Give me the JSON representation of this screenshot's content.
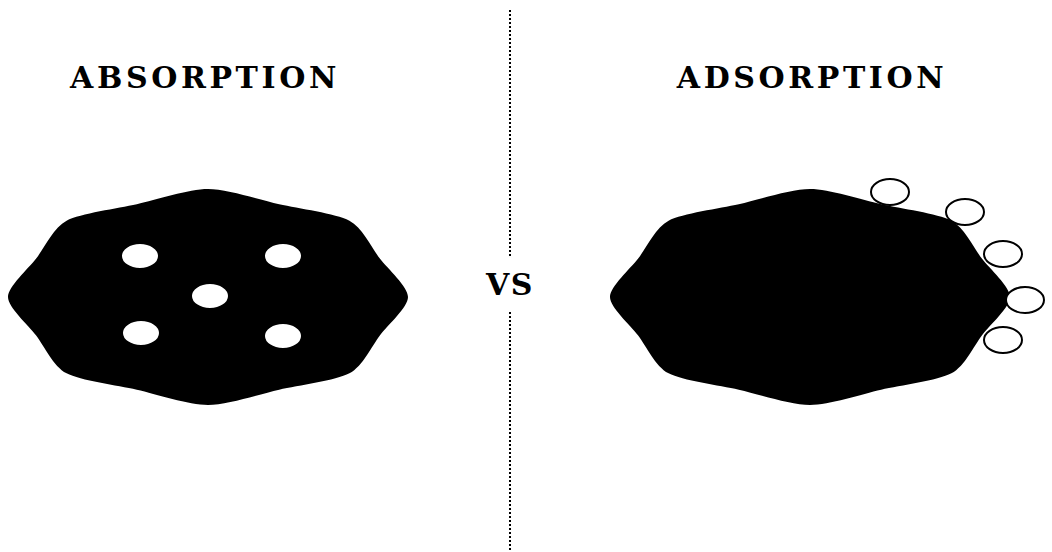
{
  "diagram": {
    "labels": [
      "ABSORPTION",
      "VS",
      "ADSORPTION"
    ]
  }
}
